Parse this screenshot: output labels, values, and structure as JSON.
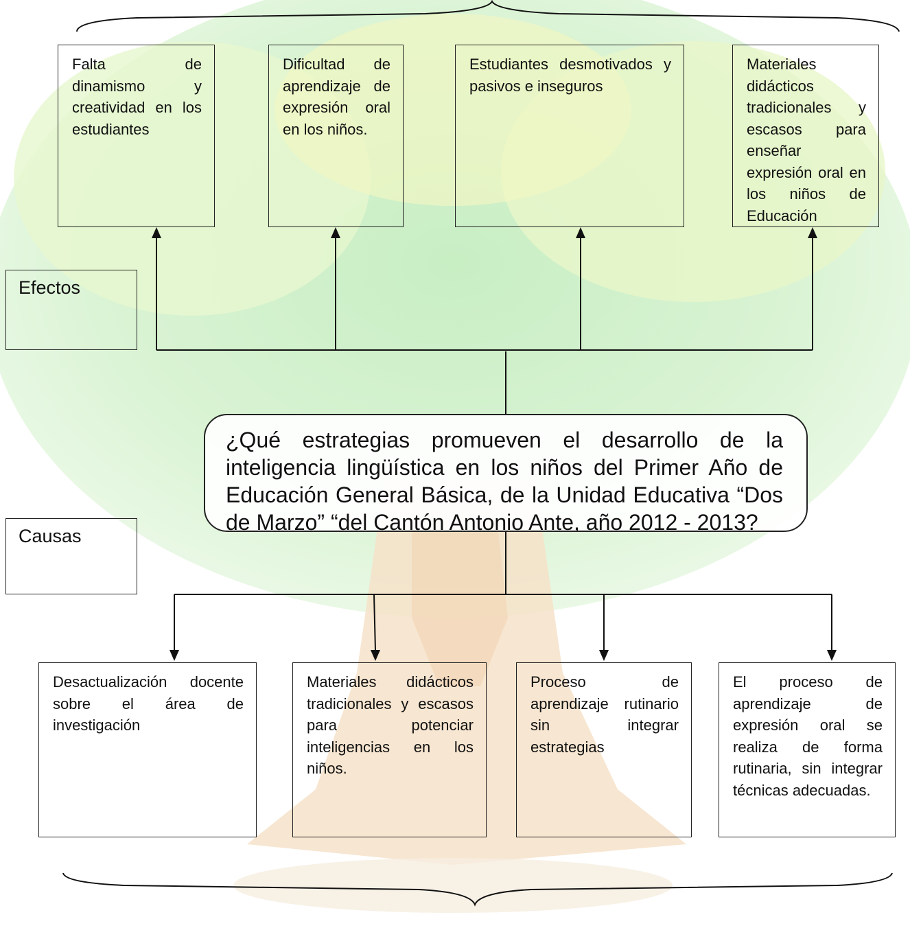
{
  "effects_label": "Efectos",
  "causes_label": "Causas",
  "problem": "¿Qué estrategias promueven el desarrollo de la inteligencia lingüística en los niños del Primer Año de Educación General Básica, de la Unidad Educativa “Dos de Marzo” “del Cantón Antonio Ante, año 2012 - 2013?",
  "effects": [
    "Falta de dinamismo y creatividad en los estudiantes",
    "Dificultad de aprendizaje de expresión oral en los niños.",
    "Estudiantes desmotivados y pasivos e inseguros",
    "Materiales didácticos tradicionales y escasos para enseñar expresión oral en los niños de Educación"
  ],
  "causes": [
    "Desactualización docente sobre el área de investigación",
    "Materiales didácticos tradicionales y escasos para potenciar inteligencias en los niños.",
    "Proceso de aprendizaje rutinario sin integrar estrategias",
    "El proceso de aprendizaje de expresión oral se realiza de forma rutinaria, sin integrar técnicas adecuadas."
  ]
}
